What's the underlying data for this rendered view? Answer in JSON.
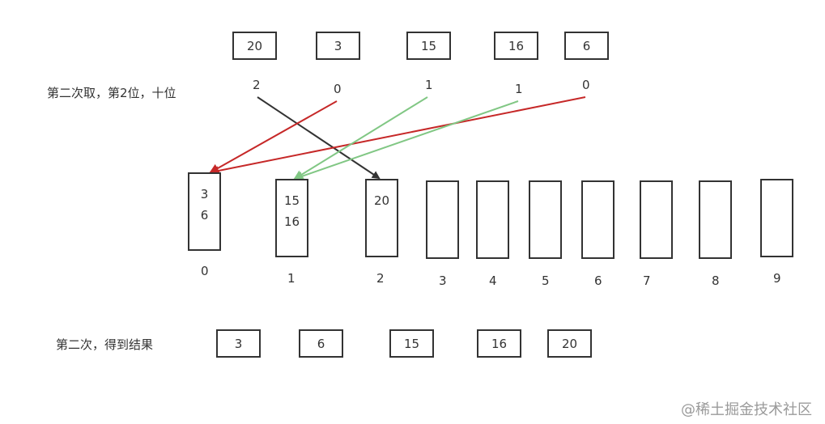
{
  "input_numbers": [
    "20",
    "3",
    "15",
    "16",
    "6"
  ],
  "digits": [
    "2",
    "0",
    "1",
    "1",
    "0"
  ],
  "caption_top": "第二次取，第2位，十位",
  "buckets": [
    {
      "label": "0",
      "items": [
        "3",
        "6"
      ]
    },
    {
      "label": "1",
      "items": [
        "15",
        "16"
      ]
    },
    {
      "label": "2",
      "items": [
        "20"
      ]
    },
    {
      "label": "3",
      "items": []
    },
    {
      "label": "4",
      "items": []
    },
    {
      "label": "5",
      "items": []
    },
    {
      "label": "6",
      "items": []
    },
    {
      "label": "7",
      "items": []
    },
    {
      "label": "8",
      "items": []
    },
    {
      "label": "9",
      "items": []
    }
  ],
  "caption_bottom": "第二次，得到结果",
  "result_numbers": [
    "3",
    "6",
    "15",
    "16",
    "20"
  ],
  "watermark": "@稀土掘金技术社区",
  "colors": {
    "red": "#c62828",
    "green": "#81c784",
    "black": "#333333"
  }
}
